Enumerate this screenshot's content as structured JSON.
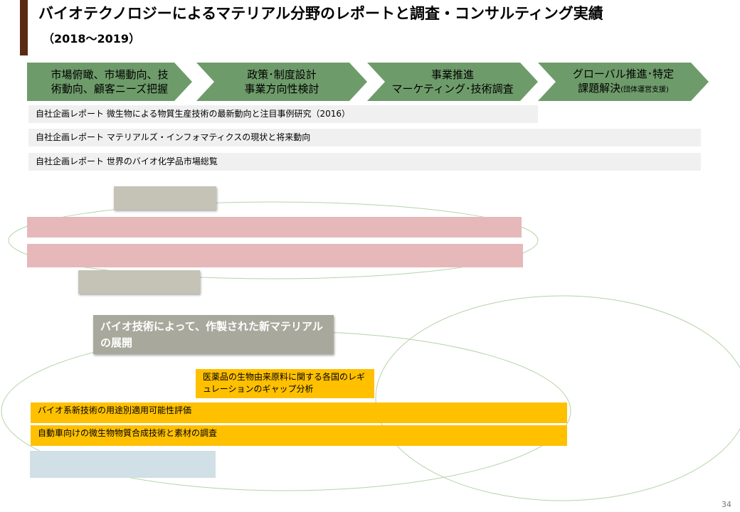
{
  "header": {
    "title": "バイオテクノロジーによるマテリアル分野のレポートと調査・コンサルティング実績",
    "subtitle": "（2018～2019）"
  },
  "process_steps": [
    {
      "line1": "市場俯瞰、市場動向、技",
      "line2": "術動向、顧客ニーズ把握",
      "note": ""
    },
    {
      "line1": "政策･制度設計",
      "line2": "事業方向性検討",
      "note": ""
    },
    {
      "line1": "事業推進",
      "line2": "マーケティング･技術調査",
      "note": ""
    },
    {
      "line1": "グローバル推進･特定",
      "line2": "課題解決",
      "note": "(団体運営支援)"
    }
  ],
  "reports": [
    "自社企画レポート  微生物による物質生産技術の最新動向と注目事例研究（2016）",
    "自社企画レポート  マテリアルズ・インフォマティクスの現状と将来動向",
    "自社企画レポート  世界のバイオ化学品市場総覧"
  ],
  "bio_materials_label": "バイオ技術によって、作製された新マテリアルの展開",
  "projects": {
    "pharma": "医薬品の生物由来原料に関する各国のレギュレーションのギャップ分析",
    "bio_tech": "バイオ系新技術の用途別適用可能性評価",
    "auto": "自動車向けの微生物物質合成技術と素材の調査"
  },
  "page_number": "34",
  "colors": {
    "accent": "#5a2a12",
    "step": "#6e9b6a",
    "project": "#ffc000",
    "pink": "#e6b8b9",
    "oval": "#b5d3a8"
  }
}
